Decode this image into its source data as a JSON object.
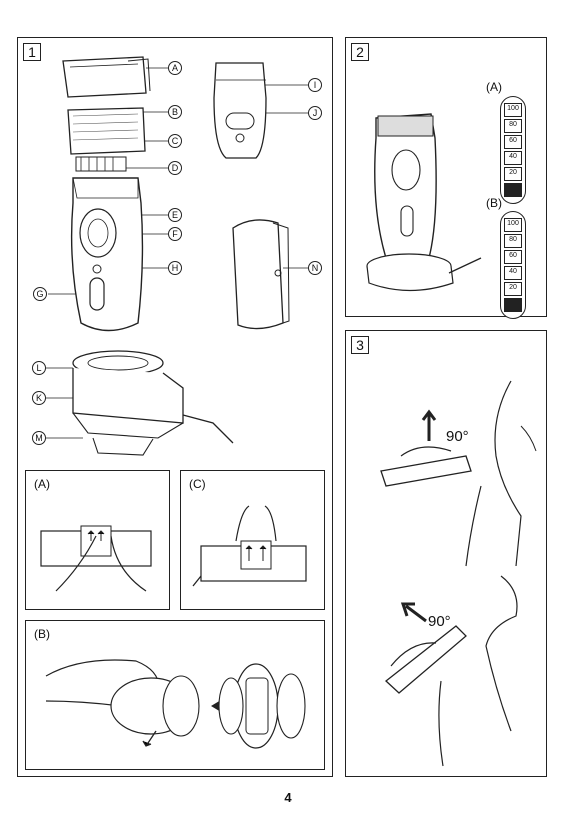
{
  "panels": {
    "p1": {
      "number": "1"
    },
    "p2": {
      "number": "2"
    },
    "p3": {
      "number": "3"
    }
  },
  "callouts": [
    "A",
    "B",
    "C",
    "D",
    "E",
    "F",
    "G",
    "H",
    "I",
    "J",
    "K",
    "L",
    "M",
    "N"
  ],
  "subfigures": {
    "a": "(A)",
    "b": "(B)",
    "c": "(C)"
  },
  "meters": {
    "a": {
      "label": "(A)",
      "levels": [
        "100",
        "80",
        "60",
        "40",
        "20"
      ]
    },
    "b": {
      "label": "(B)",
      "levels": [
        "100",
        "80",
        "60",
        "40",
        "20"
      ]
    }
  },
  "angles": {
    "first": "90°",
    "second": "90°"
  },
  "page_number": "4"
}
